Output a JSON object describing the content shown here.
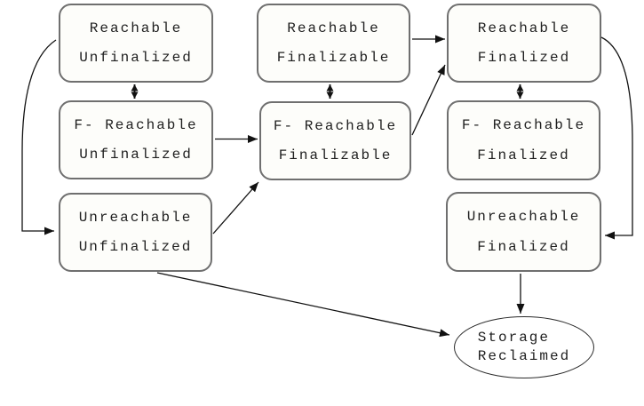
{
  "nodes": {
    "reachable_unfinalized": {
      "line1": "Reachable",
      "line2": "Unfinalized"
    },
    "f_reachable_unfinalized": {
      "line1": "F- Reachable",
      "line2": "Unfinalized"
    },
    "unreachable_unfinalized": {
      "line1": "Unreachable",
      "line2": "Unfinalized"
    },
    "reachable_finalizable": {
      "line1": "Reachable",
      "line2": "Finalizable"
    },
    "f_reachable_finalizable": {
      "line1": "F- Reachable",
      "line2": "Finalizable"
    },
    "reachable_finalized": {
      "line1": "Reachable",
      "line2": "Finalized"
    },
    "f_reachable_finalized": {
      "line1": "F- Reachable",
      "line2": "Finalized"
    },
    "unreachable_finalized": {
      "line1": "Unreachable",
      "line2": "Finalized"
    },
    "storage_reclaimed": {
      "line1": "Storage",
      "line2": "Reclaimed"
    }
  },
  "colors": {
    "background": "#ffffff",
    "box_border": "#6f6f6f",
    "box_fill": "#fdfdfa",
    "text": "#1f1f1f",
    "line": "#111111"
  }
}
